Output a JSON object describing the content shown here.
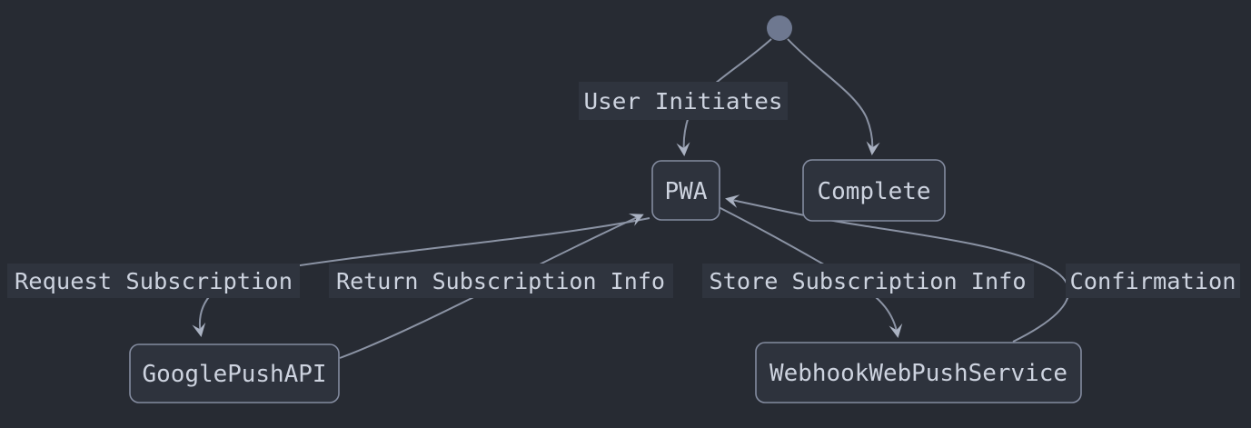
{
  "colors": {
    "background": "#272b33",
    "node_fill": "#2e333d",
    "node_border": "#848ca0",
    "edge": "#8b93a4",
    "arrow": "#aab2c2",
    "label_bg": "#2f343e",
    "text": "#cdd3df",
    "start_fill": "#6e7890"
  },
  "diagram_type": "state-diagram",
  "start": {
    "name": "initial-state",
    "shape": "filled-circle"
  },
  "nodes": [
    {
      "id": "pwa",
      "label": "PWA"
    },
    {
      "id": "complete",
      "label": "Complete"
    },
    {
      "id": "google_push_api",
      "label": "GooglePushAPI"
    },
    {
      "id": "webhook_web_push_service",
      "label": "WebhookWebPushService"
    }
  ],
  "edges": [
    {
      "from": "initial-state",
      "to": "PWA",
      "label": "User Initiates"
    },
    {
      "from": "initial-state",
      "to": "Complete",
      "label": ""
    },
    {
      "from": "PWA",
      "to": "GooglePushAPI",
      "label": "Request Subscription"
    },
    {
      "from": "GooglePushAPI",
      "to": "PWA",
      "label": "Return Subscription Info"
    },
    {
      "from": "PWA",
      "to": "WebhookWebPushService",
      "label": "Store Subscription Info"
    },
    {
      "from": "WebhookWebPushService",
      "to": "PWA",
      "label": "Confirmation"
    }
  ]
}
